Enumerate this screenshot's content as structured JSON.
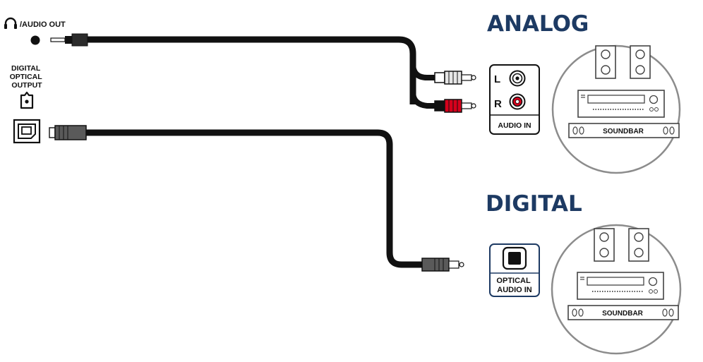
{
  "tv_panel": {
    "audio_out_label": "/AUDIO OUT",
    "digital_optical_output_lines": [
      "DIGITAL",
      "OPTICAL",
      "OUTPUT"
    ]
  },
  "analog": {
    "heading": "ANALOG",
    "left_label": "L",
    "right_label": "R",
    "jack_label": "AUDIO IN",
    "soundbar_label": "SOUNDBAR"
  },
  "digital": {
    "heading": "DIGITAL",
    "jack_label_lines": [
      "OPTICAL",
      "AUDIO IN"
    ],
    "soundbar_label": "SOUNDBAR"
  },
  "colors": {
    "heading": "#1d3a63",
    "cable": "#111111",
    "rca_white": "#e6e6e6",
    "rca_red": "#d6001c",
    "circle_border": "#8c8c8c"
  },
  "icons": [
    "headphones-icon",
    "optical-port-icon",
    "toslink-port-icon",
    "speaker-icon",
    "receiver-icon",
    "soundbar-icon"
  ]
}
